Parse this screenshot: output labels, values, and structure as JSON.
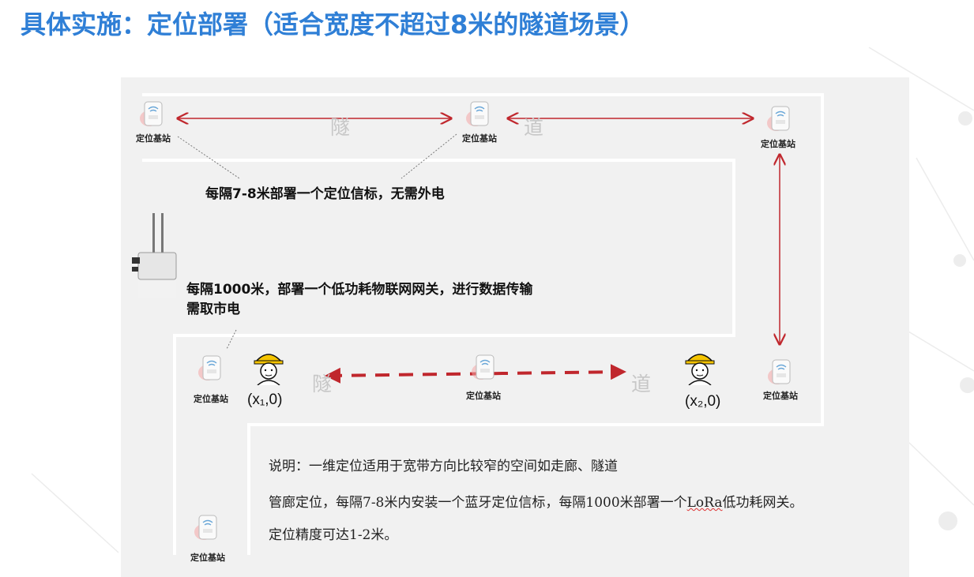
{
  "title": "具体实施：定位部署（适合宽度不超过8米的隧道场景）",
  "beacon_label": "定位基站",
  "tunnel_chars": {
    "sui": "隧",
    "dao": "道"
  },
  "notes": {
    "beacon_note": "每隔7-8米部署一个定位信标，无需外电",
    "gateway_note_line1": "每隔1000米，部署一个低功耗物联网网关，进行数据传输",
    "gateway_note_line2": "需取市电"
  },
  "coords": {
    "left": "(x₁,0)",
    "right": "(x₂,0)"
  },
  "description": {
    "line1": "说明：一维定位适用于宽带方向比较窄的空间如走廊、隧道",
    "line2_pre": "管廊定位，每隔7-8米内安装一个蓝牙定位信标，每隔1000米部署一个",
    "line2_lora": "LoRa",
    "line2_post": "低功耗网关。",
    "line3": "定位精度可达1-2米。"
  },
  "colors": {
    "title": "#2f7fd6",
    "arrow": "#c0272d",
    "panel": "#f1f1f1",
    "wall": "#ffffff"
  }
}
